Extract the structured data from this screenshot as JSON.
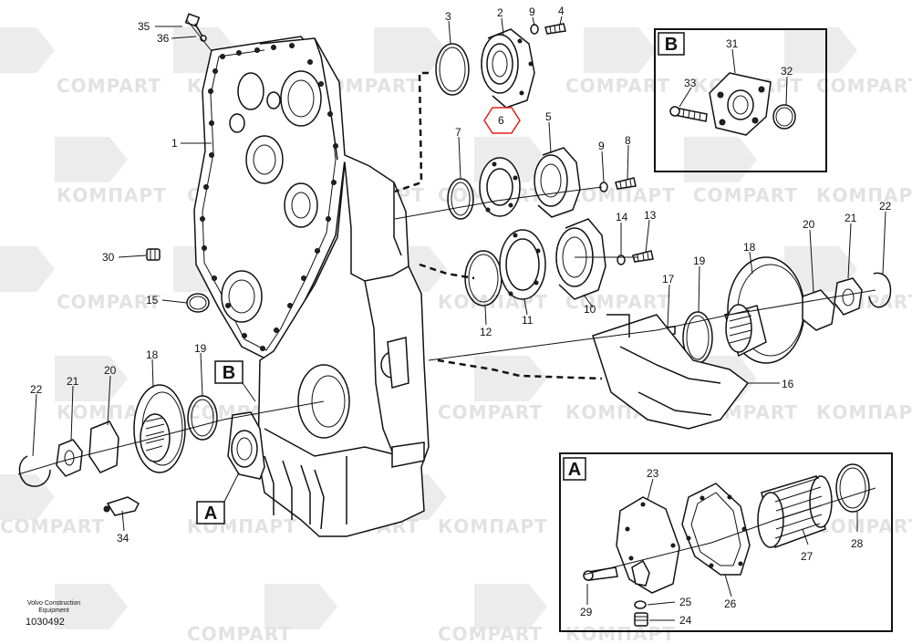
{
  "watermark": {
    "brand_latin": "COMPART",
    "brand_cyrillic": "КОМПАРТ"
  },
  "callouts": {
    "c1": "1",
    "c2": "2",
    "c3": "3",
    "c4": "4",
    "c5": "5",
    "c6": "6",
    "c7": "7",
    "c8": "8",
    "c9a": "9",
    "c9b": "9",
    "c10": "10",
    "c11": "11",
    "c12": "12",
    "c13": "13",
    "c14": "14",
    "c15": "15",
    "c16": "16",
    "c17": "17",
    "c18a": "18",
    "c18b": "18",
    "c19a": "19",
    "c19b": "19",
    "c20a": "20",
    "c20b": "20",
    "c21a": "21",
    "c21b": "21",
    "c22a": "22",
    "c22b": "22",
    "c23": "23",
    "c24": "24",
    "c25": "25",
    "c26": "26",
    "c27": "27",
    "c28": "28",
    "c29": "29",
    "c30": "30",
    "c31": "31",
    "c32": "32",
    "c33": "33",
    "c34": "34",
    "c35": "35",
    "c36": "36"
  },
  "view_labels": {
    "main_a": "A",
    "main_b": "B",
    "detail_a": "A",
    "detail_b": "B"
  },
  "highlight": {
    "part": "6",
    "color": "#e02020"
  },
  "footer": {
    "manufacturer": "Volvo Construction Equipment",
    "drawing_number": "1030492"
  }
}
